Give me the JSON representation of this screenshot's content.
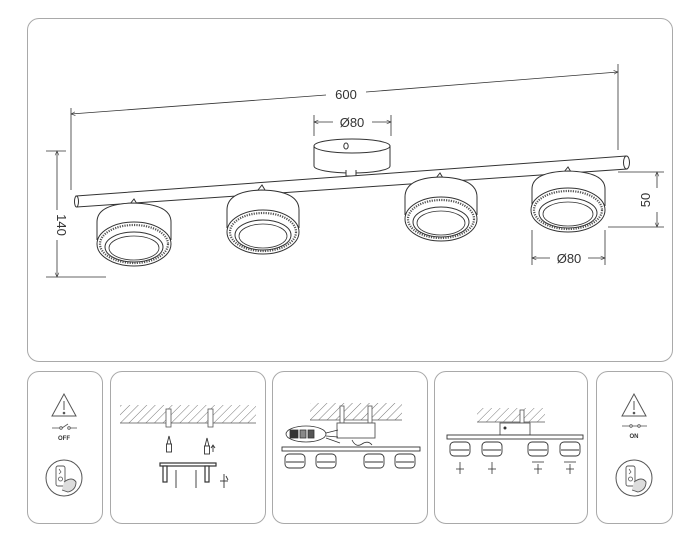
{
  "main_drawing": {
    "dimensions": {
      "total_length": "600",
      "canopy_diameter": "Ø80",
      "head_diameter": "Ø80",
      "head_height": "50",
      "total_height": "140"
    }
  },
  "steps": [
    {
      "id": "power-off",
      "switch_label": "OFF",
      "icons": [
        "warning-triangle-icon",
        "switch-off-icon",
        "hand-tester-icon"
      ]
    },
    {
      "id": "drill-mount",
      "icons": [
        "ceiling-hatch",
        "wall-plug-icon",
        "mounting-bracket-icon",
        "screw-icon"
      ]
    },
    {
      "id": "wire-connect",
      "icons": [
        "ceiling-hatch",
        "terminal-block-icon",
        "fixture-icon"
      ]
    },
    {
      "id": "attach-fixture",
      "icons": [
        "ceiling-hatch",
        "fixture-icon",
        "lamp-arrow-icon"
      ]
    },
    {
      "id": "power-on",
      "switch_label": "ON",
      "icons": [
        "warning-triangle-icon",
        "switch-on-icon",
        "hand-tester-icon"
      ]
    }
  ]
}
